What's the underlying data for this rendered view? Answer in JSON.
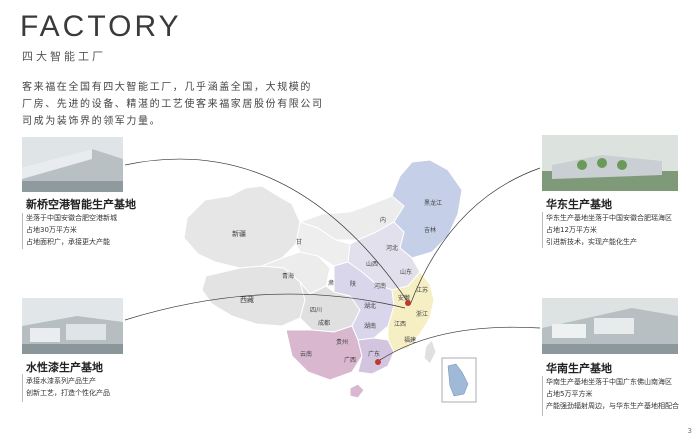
{
  "header": {
    "title": "FACTORY",
    "subtitle": "四大智能工厂"
  },
  "intro": [
    "客来福在全国有四大智能工厂，几乎涵盖全国，大规模的",
    "厂房、先进的设备、精湛的工艺使客来福家居股份有限公司",
    "司成为装饰界的领军力量。"
  ],
  "map_labels": {
    "heilongjiang": "黑龙江",
    "jilin": "吉林",
    "xinjiang": "新疆",
    "gansu": "甘",
    "neimeng": "内",
    "qinghai": "青海",
    "su": "肃",
    "xizang": "西藏",
    "sichuan": "四川",
    "chengdu": "成都",
    "yunnan": "云南",
    "guizhou": "贵州",
    "guangxi": "广西",
    "guangdong": "广东",
    "shanxi": "山西",
    "shaanxi": "陕",
    "henan": "河南",
    "hubei": "湖北",
    "hunan": "湖南",
    "jiangxi": "江西",
    "fujian": "福建",
    "zhejiang": "浙江",
    "anhui": "安徽",
    "jiangsu": "江苏",
    "shandong": "山东",
    "hebei": "河北"
  },
  "bases": {
    "xinqiao": {
      "name": "新桥空港智能生产基地",
      "lines": [
        "坐落于中国安徽合肥空港新城",
        "占地30万平方米",
        "占地面积广，承接更大产能"
      ]
    },
    "east": {
      "name": "华东生产基地",
      "lines": [
        "华东生产基地坐落于中国安徽合肥瑶海区",
        "占地12万平方米",
        "引进新技术，实现产能化生产"
      ]
    },
    "waterpaint": {
      "name": "水性漆生产基地",
      "lines": [
        "承接水漆系列产品生产",
        "创新工艺，打造个性化产品"
      ]
    },
    "south": {
      "name": "华南生产基地",
      "lines": [
        "华南生产基地坐落于中国广东佛山南海区",
        "占地5万平方米",
        "产能强劲辐射周边，与华东生产基地相配合"
      ]
    }
  },
  "colors": {
    "northeast": "#c6cfe8",
    "north": "#eceae8",
    "central": "#d9d5eb",
    "southwest": "#d8b7cf",
    "east": "#f6efc4",
    "west": "#dcdcdc",
    "highlight": "#c0392b"
  },
  "page_number": "3"
}
